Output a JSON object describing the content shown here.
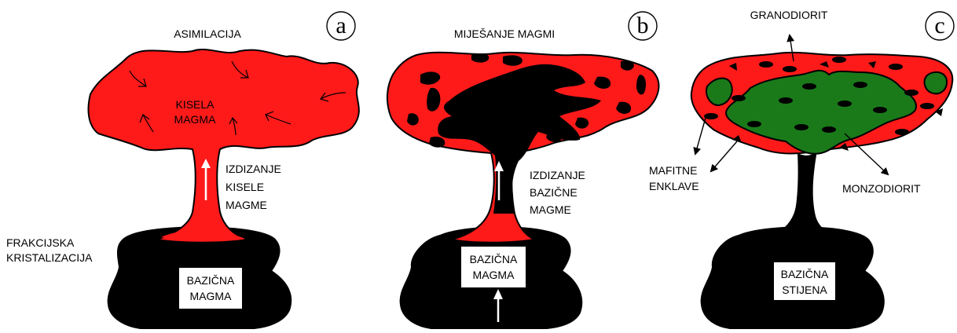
{
  "colors": {
    "acid_magma": "#ff1a1a",
    "basic_magma": "#000000",
    "monzodiorite": "#1a7a1a",
    "stroke": "#000000",
    "label_box": "#ffffff"
  },
  "panels": [
    {
      "letter": "a",
      "title": "ASIMILACIJA",
      "cloud_label": [
        "KISELA",
        "MAGMA"
      ],
      "rise_label": [
        "IZDIZANJE",
        "KISELE",
        "MAGME"
      ],
      "side_label": [
        "FRAKCIJSKA",
        "KRISTALIZACIJA"
      ],
      "base_label": [
        "BAZIČNA",
        "MAGMA"
      ]
    },
    {
      "letter": "b",
      "title": "MIJEŠANJE MAGMI",
      "rise_label": [
        "IZDIZANJE",
        "BAZIČNE",
        "MAGME"
      ],
      "base_label": [
        "BAZIČNA",
        "MAGMA"
      ]
    },
    {
      "letter": "c",
      "top_label": "GRANODIORIT",
      "left_label": [
        "MAFITNE",
        "ENKLAVE"
      ],
      "right_label": "MONZODIORIT",
      "base_label": [
        "BAZIČNA",
        "STIJENA"
      ]
    }
  ]
}
